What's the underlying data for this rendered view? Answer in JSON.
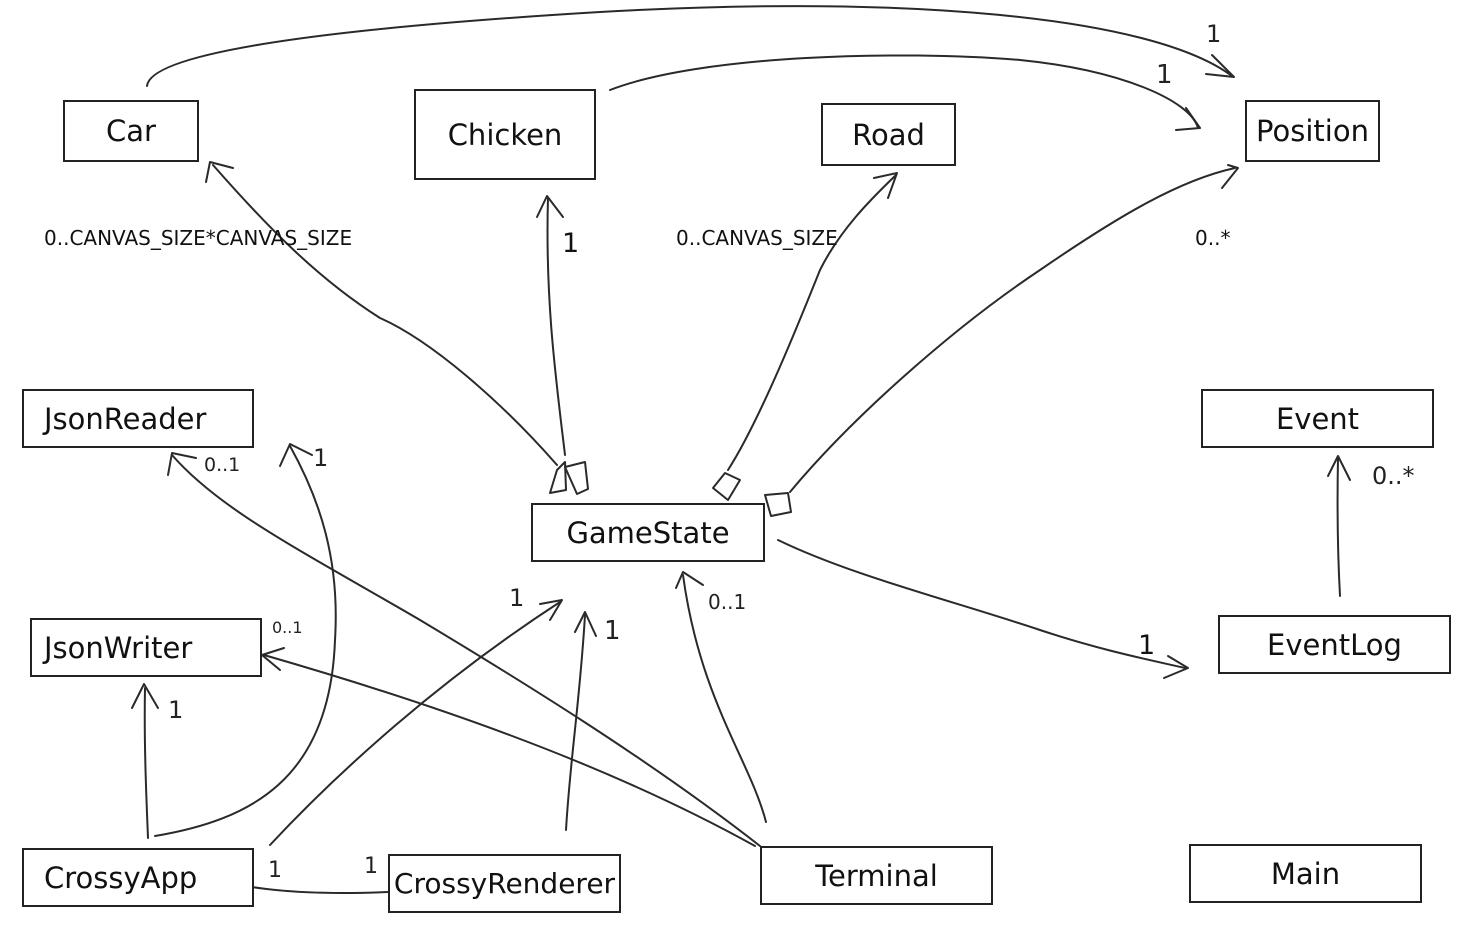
{
  "classes": {
    "car": "Car",
    "chicken": "Chicken",
    "road": "Road",
    "position": "Position",
    "json_reader": "JsonReader",
    "event": "Event",
    "game_state": "GameState",
    "json_writer": "JsonWriter",
    "event_log": "EventLog",
    "crossy_app": "CrossyApp",
    "crossy_renderer": "CrossyRenderer",
    "terminal": "Terminal",
    "main": "Main"
  },
  "multiplicities": {
    "cars": "0..CANVAS_SIZE*CANVAS_SIZE",
    "chicken": "1",
    "roads": "0..CANVAS_SIZE",
    "positions": "0..*",
    "car_position": "1",
    "chicken_position": "1",
    "reader_opt": "0..1",
    "reader_app": "1",
    "events": "0..*",
    "writer_opt": "0..1",
    "writer_app": "1",
    "state_app": "1",
    "state_renderer": "1",
    "state_terminal": "0..1",
    "event_log": "1",
    "app_renderer_a": "1",
    "app_renderer_b": "1"
  }
}
